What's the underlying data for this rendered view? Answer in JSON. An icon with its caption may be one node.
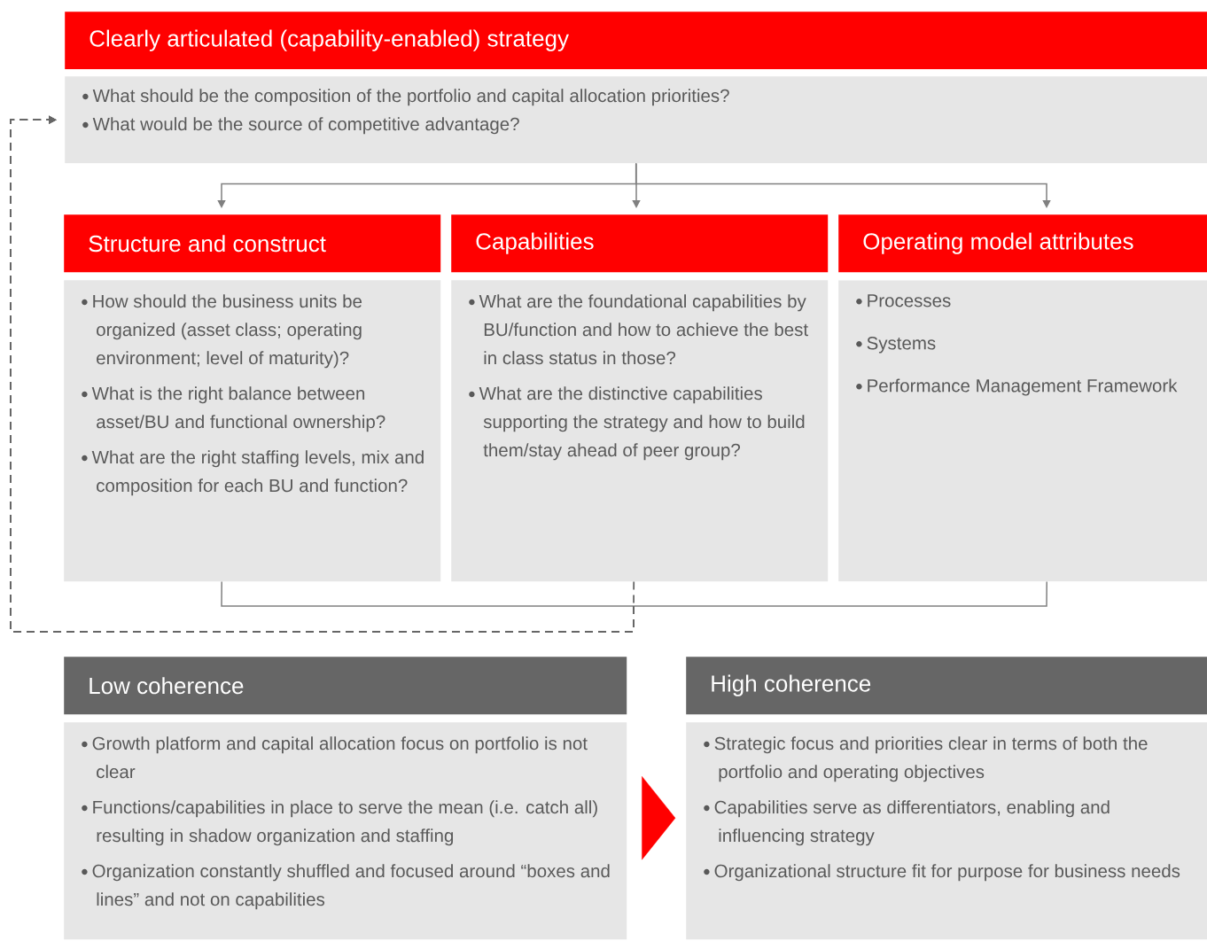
{
  "diagram": {
    "nodes": [
      {
        "text": [
          "Clearly articulated (capability-enabled) strategy"
        ]
      },
      {
        "text": [
          "What should be the composition of the portfolio and capital allocation priorities?",
          "What would be the source of competitive advantage?"
        ]
      },
      {
        "text": [
          "Structure and construct"
        ]
      },
      {
        "text": [
          "How should the business units be organized (asset class; operating environment; level of maturity)?",
          "What is the right balance between asset/BU and functional ownership?",
          "What are the right staffing levels, mix and composition for each BU and function?"
        ]
      },
      {
        "text": [
          "Capabilities"
        ]
      },
      {
        "text": [
          "What are the foundational capabilities by BU/function and how to achieve the best in class status in those?",
          "What are the distinctive capabilities supporting the strategy and how to build them/stay ahead of peer group?"
        ]
      },
      {
        "text": [
          "Operating model attributes"
        ]
      },
      {
        "text": [
          "Processes",
          "Systems",
          "Performance Management Framework"
        ]
      },
      {
        "text": [
          "Low coherence"
        ]
      },
      {
        "text": [
          "Growth platform and capital allocation focus on portfolio is not clear",
          "Functions/capabilities in place to serve the mean (i.e. catch all) resulting in shadow organization and staffing",
          "Organization constantly shuffled and focused around “boxes and lines” and not on capabilities"
        ]
      },
      {
        "text": [
          "High coherence"
        ]
      },
      {
        "text": [
          "Strategic focus and priorities clear in terms of both the portfolio and operating objectives",
          "Capabilities serve as differentiators, enabling and influencing strategy",
          "Organizational structure fit for purpose for business needs"
        ]
      }
    ],
    "edges": [
      {
        "from": 1,
        "to": 2,
        "arrow": "to"
      },
      {
        "from": 1,
        "to": 4,
        "arrow": "to"
      },
      {
        "from": 1,
        "to": 6,
        "arrow": "to"
      },
      {
        "from": 3,
        "to": 1,
        "arrow": "to",
        "style": "dashed"
      },
      {
        "from": 5,
        "to": 1,
        "arrow": "to",
        "style": "dashed"
      },
      {
        "from": 7,
        "to": 1,
        "arrow": "to",
        "style": "dashed"
      },
      {
        "from": 9,
        "to": 11,
        "arrow": "to",
        "color": "#ff0000"
      }
    ]
  }
}
